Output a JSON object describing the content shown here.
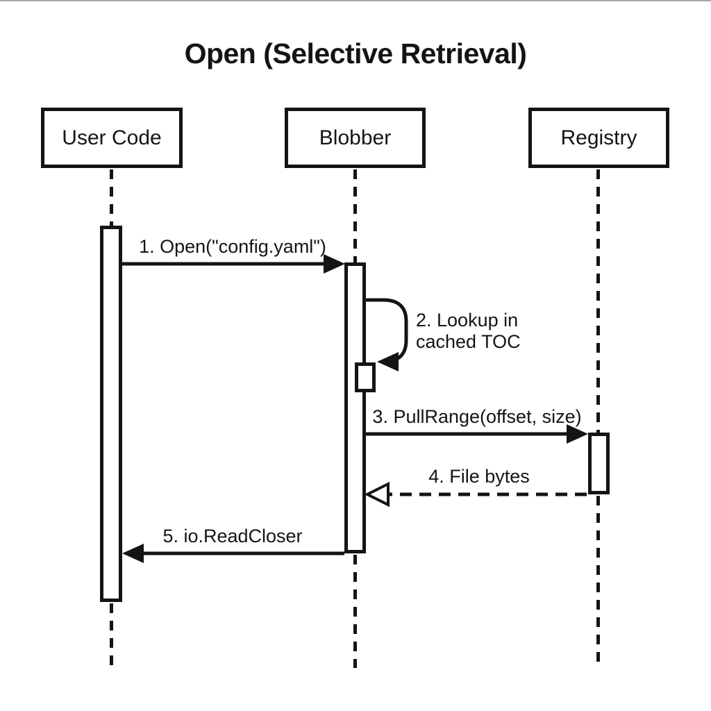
{
  "diagram": {
    "title": "Open (Selective Retrieval)",
    "type": "sequence-diagram",
    "colors": {
      "ink": "#141414",
      "background": "#ffffff"
    },
    "participants": [
      {
        "id": "user-code",
        "label": "User Code"
      },
      {
        "id": "blobber",
        "label": "Blobber"
      },
      {
        "id": "registry",
        "label": "Registry"
      }
    ],
    "messages": [
      {
        "seq": "1",
        "from": "User Code",
        "to": "Blobber",
        "label": "1. Open(\"config.yaml\")",
        "line": "solid",
        "arrow": "filled"
      },
      {
        "seq": "2",
        "from": "Blobber",
        "to": "Blobber",
        "label": "2. Lookup in cached TOC",
        "line": "solid",
        "arrow": "filled",
        "self_message": true,
        "label_lines": [
          "2. Lookup in",
          "cached TOC"
        ]
      },
      {
        "seq": "3",
        "from": "Blobber",
        "to": "Registry",
        "label": "3. PullRange(offset, size)",
        "line": "solid",
        "arrow": "filled"
      },
      {
        "seq": "4",
        "from": "Registry",
        "to": "Blobber",
        "label": "4. File bytes",
        "line": "dashed",
        "arrow": "open"
      },
      {
        "seq": "5",
        "from": "Blobber",
        "to": "User Code",
        "label": "5. io.ReadCloser",
        "line": "solid",
        "arrow": "filled"
      }
    ]
  }
}
